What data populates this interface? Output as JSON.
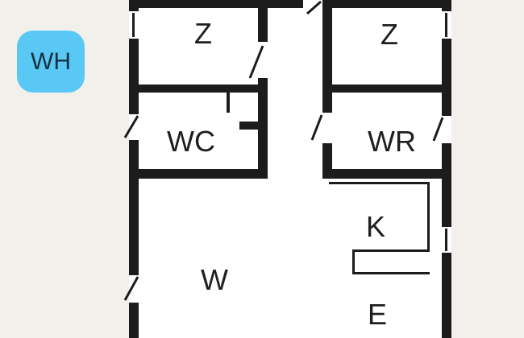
{
  "colors": {
    "background": "#f2f0eb",
    "floor": "#ffffff",
    "wall": "#1c1c1c",
    "badge_bg": "#5ac8f5",
    "badge_text": "#14313f",
    "label": "#1f1f1f"
  },
  "badge": {
    "label": "WH"
  },
  "rooms": {
    "z_left": "Z",
    "z_right": "Z",
    "wc": "WC",
    "wr": "WR",
    "k": "K",
    "w": "W",
    "e": "E"
  }
}
